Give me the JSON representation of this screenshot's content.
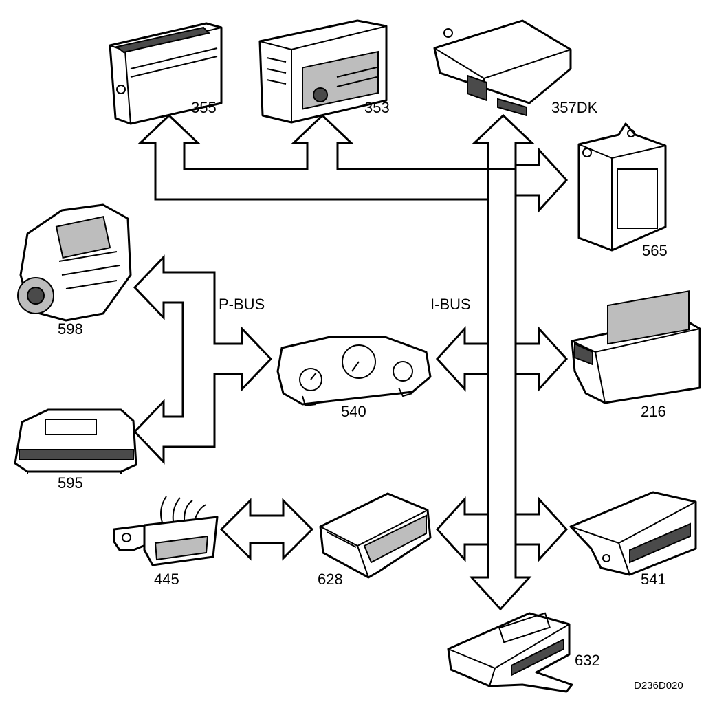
{
  "buses": {
    "p_bus": "P-BUS",
    "i_bus": "I-BUS"
  },
  "components": {
    "c355": "355",
    "c353": "353",
    "c357dk": "357DK",
    "c565": "565",
    "c598": "598",
    "c540": "540",
    "c216": "216",
    "c595": "595",
    "c445": "445",
    "c628": "628",
    "c541": "541",
    "c632": "632"
  },
  "figure_code": "D236D020"
}
